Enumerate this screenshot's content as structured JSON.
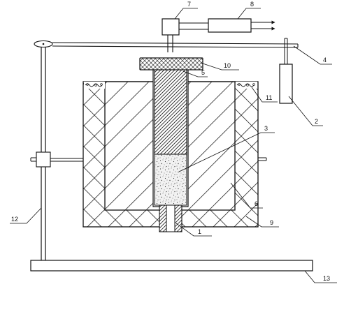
{
  "labels": [
    {
      "id": "l1",
      "text": "1"
    },
    {
      "id": "l2",
      "text": "2"
    },
    {
      "id": "l3",
      "text": "3"
    },
    {
      "id": "l4",
      "text": "4"
    },
    {
      "id": "l5",
      "text": "5"
    },
    {
      "id": "l6",
      "text": "6"
    },
    {
      "id": "l7",
      "text": "7"
    },
    {
      "id": "l8",
      "text": "8"
    },
    {
      "id": "l9",
      "text": "9"
    },
    {
      "id": "l10",
      "text": "10"
    },
    {
      "id": "l11",
      "text": "11"
    },
    {
      "id": "l12",
      "text": "12"
    },
    {
      "id": "l13",
      "text": "13"
    }
  ]
}
